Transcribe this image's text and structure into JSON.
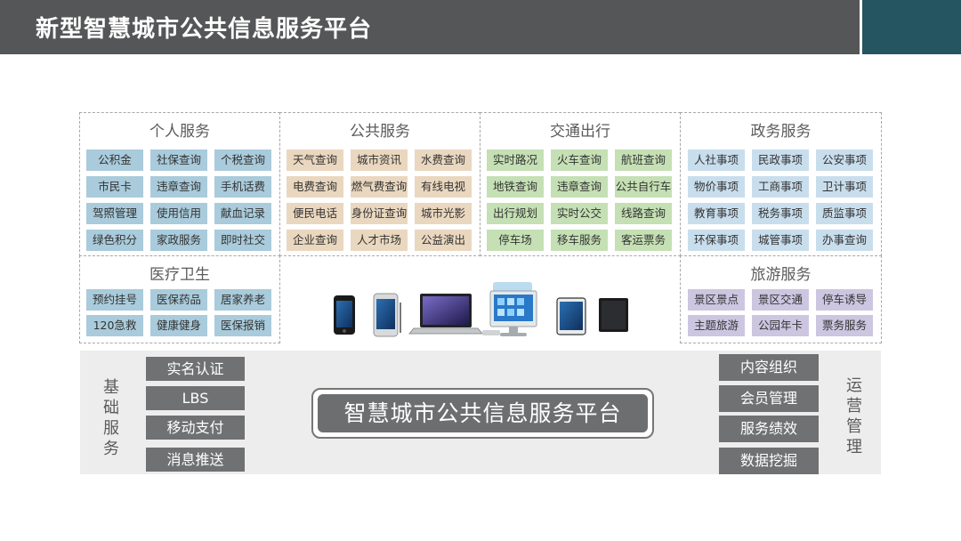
{
  "header": {
    "title": "新型智慧城市公共信息服务平台"
  },
  "sections": {
    "personal": {
      "title": "个人服务",
      "items": [
        "公积金",
        "社保查询",
        "个税查询",
        "市民卡",
        "违章查询",
        "手机话费",
        "驾照管理",
        "使用信用",
        "献血记录",
        "绿色积分",
        "家政服务",
        "即时社交"
      ]
    },
    "public": {
      "title": "公共服务",
      "items": [
        "天气查询",
        "城市资讯",
        "水费查询",
        "电费查询",
        "燃气费查询",
        "有线电视",
        "便民电话",
        "身份证查询",
        "城市光影",
        "企业查询",
        "人才市场",
        "公益演出"
      ]
    },
    "traffic": {
      "title": "交通出行",
      "items": [
        "实时路况",
        "火车查询",
        "航班查询",
        "地铁查询",
        "违章查询",
        "公共自行车",
        "出行规划",
        "实时公交",
        "线路查询",
        "停车场",
        "移车服务",
        "客运票务"
      ]
    },
    "gov": {
      "title": "政务服务",
      "items": [
        "人社事项",
        "民政事项",
        "公安事项",
        "物价事项",
        "工商事项",
        "卫计事项",
        "教育事项",
        "税务事项",
        "质监事项",
        "环保事项",
        "城管事项",
        "办事查询"
      ]
    },
    "medical": {
      "title": "医疗卫生",
      "items": [
        "预约挂号",
        "医保药品",
        "居家养老",
        "120急救",
        "健康健身",
        "医保报销"
      ]
    },
    "travel": {
      "title": "旅游服务",
      "items": [
        "景区景点",
        "景区交通",
        "停车诱导",
        "主题旅游",
        "公园年卡",
        "票务服务"
      ]
    }
  },
  "basic": {
    "label": [
      "基",
      "础",
      "服",
      "务"
    ],
    "items": [
      "实名认证",
      "LBS",
      "移动支付",
      "消息推送"
    ]
  },
  "operation": {
    "label": [
      "运",
      "营",
      "管",
      "理"
    ],
    "items": [
      "内容组织",
      "会员管理",
      "服务绩效",
      "数据挖掘"
    ]
  },
  "platform": {
    "title": "智慧城市公共信息服务平台"
  },
  "devices": [
    "smartphone-icon",
    "phablet-icon",
    "laptop-icon",
    "desktop-icon",
    "tablet-icon",
    "tablet-dark-icon"
  ]
}
